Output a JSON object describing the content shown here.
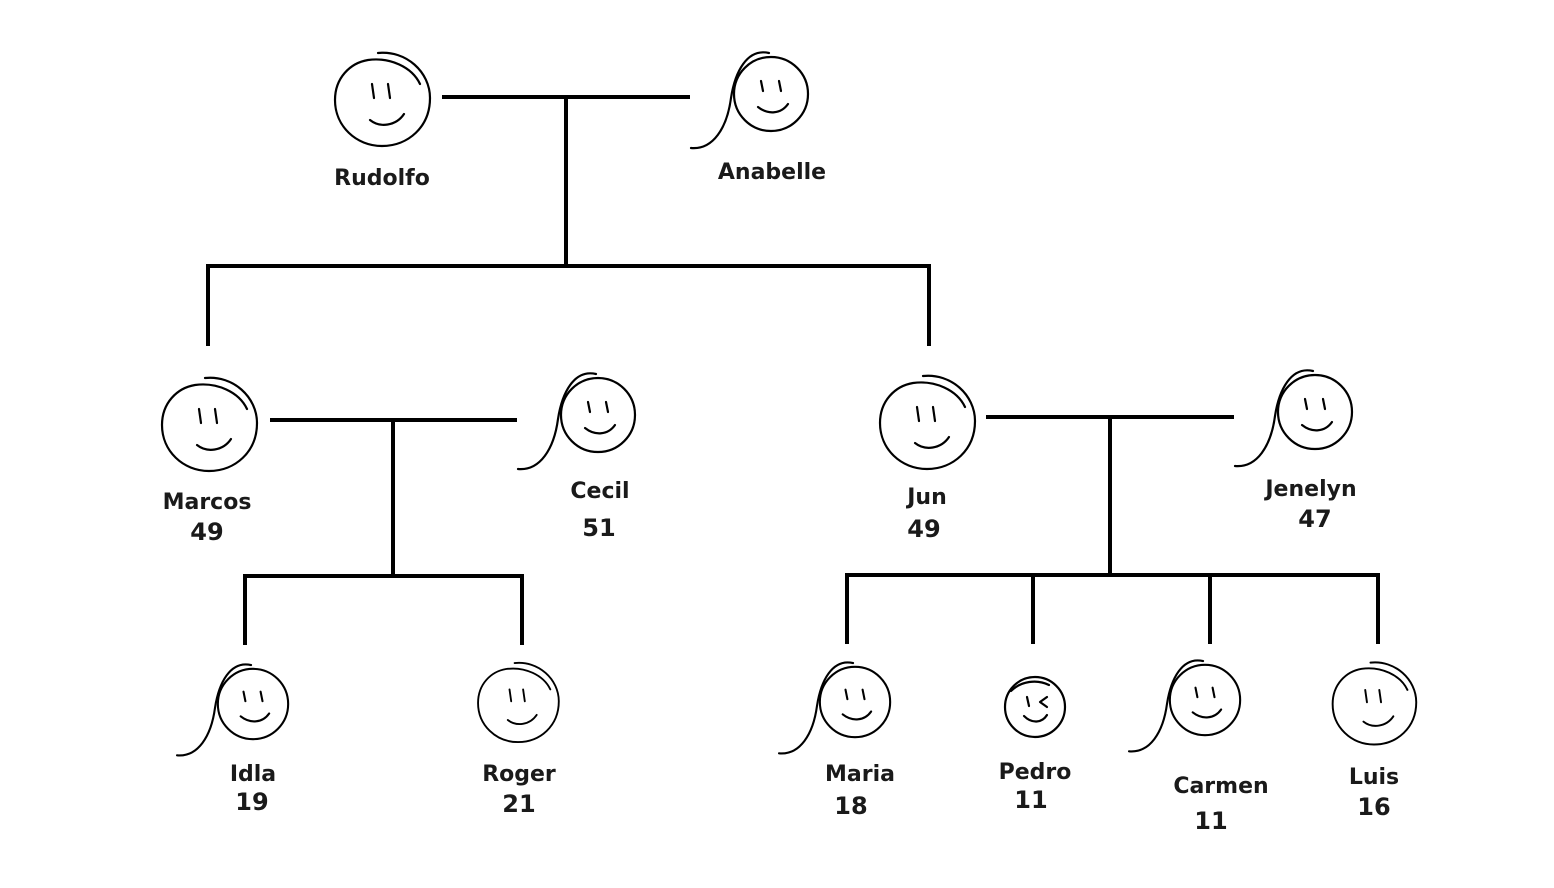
{
  "people": {
    "rudolfo": {
      "name": "Rudolfo",
      "age": "",
      "icon": "male-face-icon"
    },
    "anabelle": {
      "name": "Anabelle",
      "age": "",
      "icon": "female-face-icon"
    },
    "marcos": {
      "name": "Marcos",
      "age": "49",
      "icon": "male-face-icon"
    },
    "cecil": {
      "name": "Cecil",
      "age": "51",
      "icon": "female-face-icon"
    },
    "jun": {
      "name": "Jun",
      "age": "49",
      "icon": "male-face-icon"
    },
    "jenelyn": {
      "name": "Jenelyn",
      "age": "47",
      "icon": "female-face-icon"
    },
    "idla": {
      "name": "Idla",
      "age": "19",
      "icon": "female-face-icon"
    },
    "roger": {
      "name": "Roger",
      "age": "21",
      "icon": "male-face-icon"
    },
    "maria": {
      "name": "Maria",
      "age": "18",
      "icon": "female-face-icon"
    },
    "pedro": {
      "name": "Pedro",
      "age": "11",
      "icon": "winking-face-icon"
    },
    "carmen": {
      "name": "Carmen",
      "age": "11",
      "icon": "female-face-icon"
    },
    "luis": {
      "name": "Luis",
      "age": "16",
      "icon": "male-face-icon"
    }
  }
}
